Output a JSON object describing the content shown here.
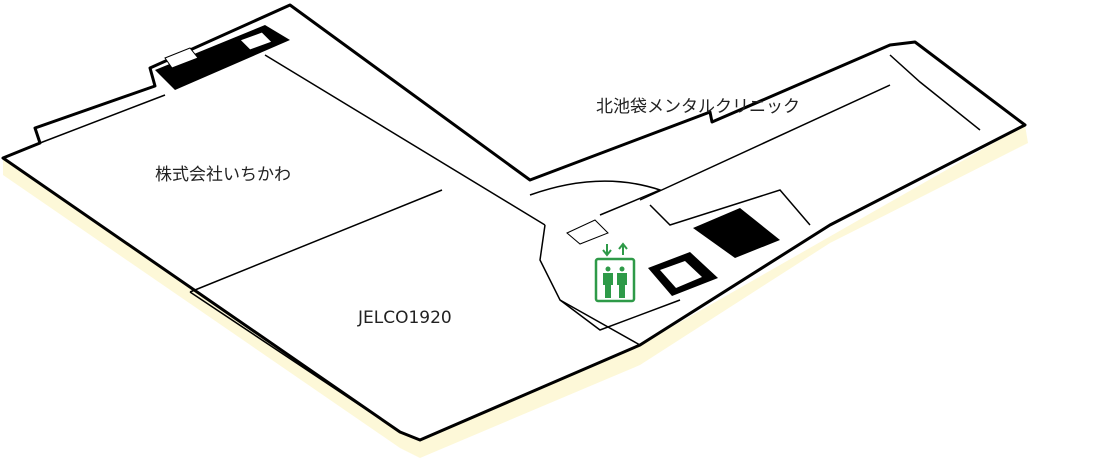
{
  "tenants": [
    {
      "name": "株式会社いちかわ"
    },
    {
      "name": "JELCO1920"
    },
    {
      "name": "北池袋メンタルクリニック"
    }
  ],
  "icons": {
    "elevator": "elevator-icon"
  },
  "colors": {
    "shadow": "#fdf8d8",
    "elevator": "#2e9a48",
    "wall": "#000000",
    "floor": "#ffffff"
  }
}
